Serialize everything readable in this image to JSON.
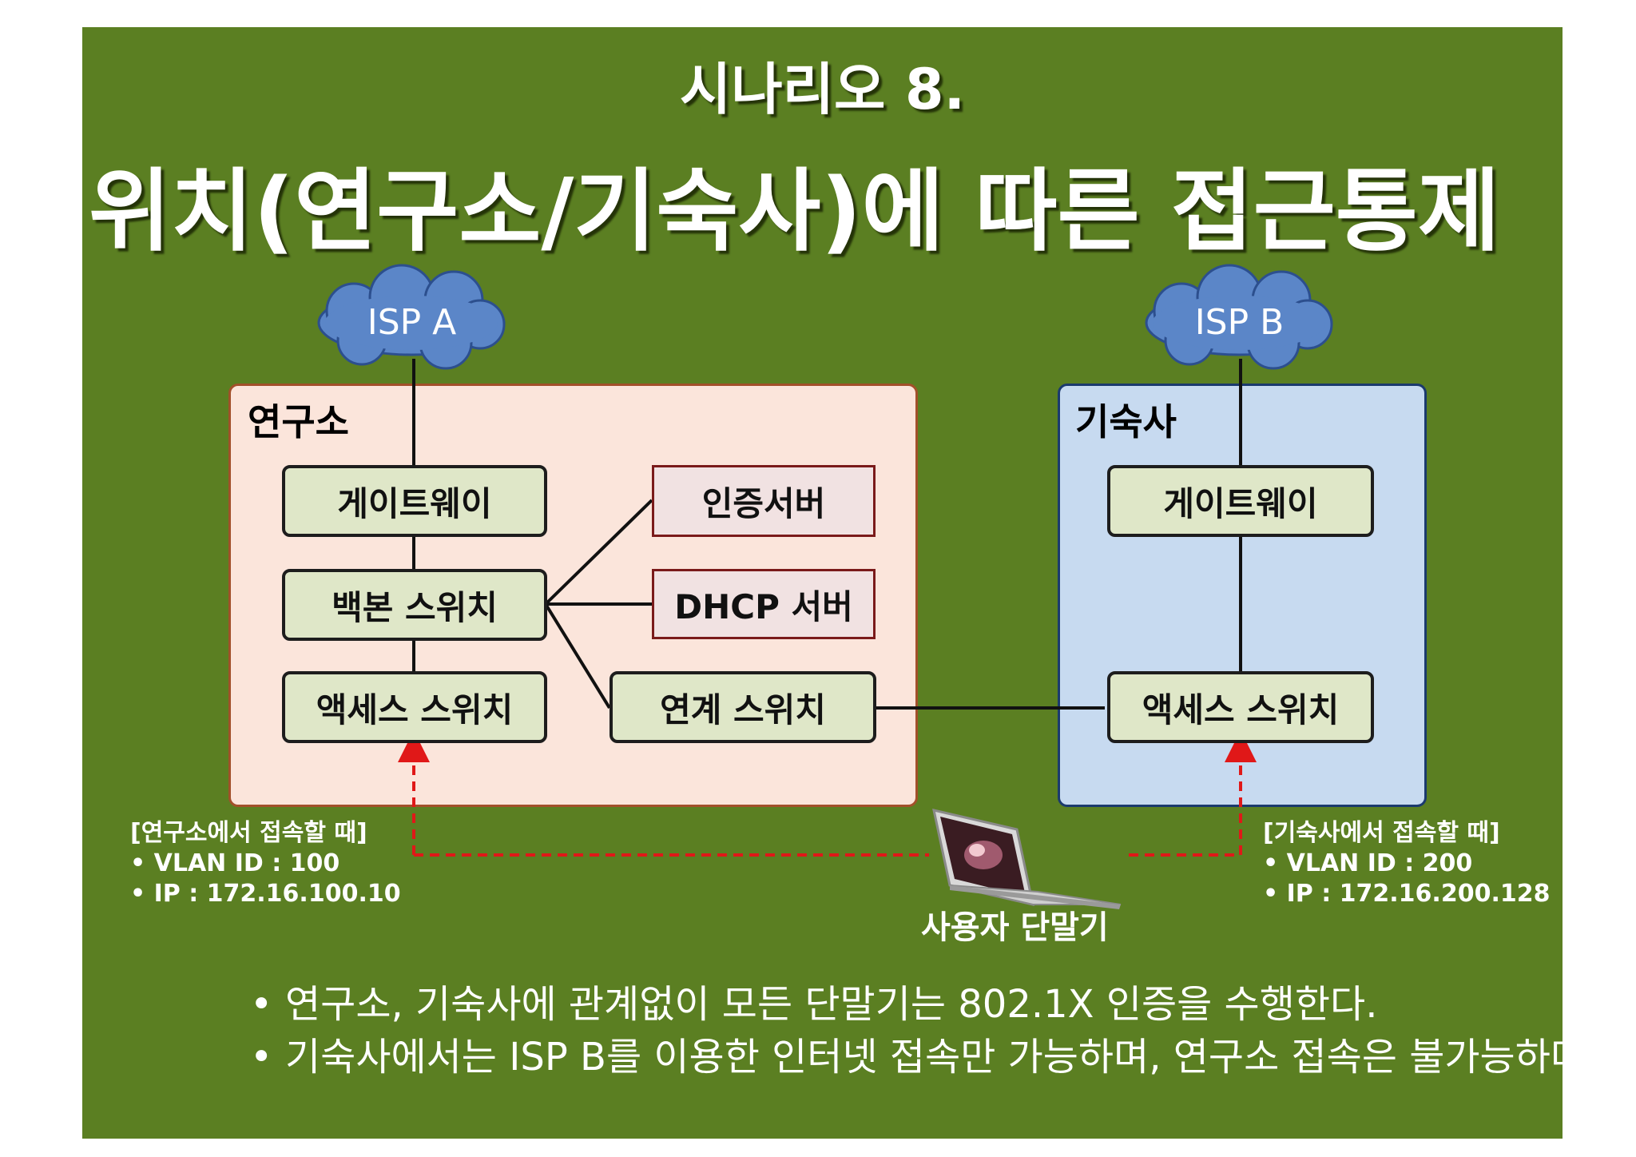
{
  "title": {
    "line1": "시나리오 8.",
    "line2": "위치(연구소/기숙사)에 따른 접근통제"
  },
  "clouds": {
    "isp_a": "ISP A",
    "isp_b": "ISP B"
  },
  "regions": {
    "lab": "연구소",
    "dorm": "기숙사"
  },
  "nodes": {
    "lab_gateway": "게이트웨이",
    "lab_backbone": "백본 스위치",
    "lab_access": "액세스 스위치",
    "auth_server": "인증서버",
    "dhcp_server": "DHCP 서버",
    "link_switch": "연계 스위치",
    "dorm_gateway": "게이트웨이",
    "dorm_access": "액세스 스위치"
  },
  "lab_info": {
    "heading": "[연구소에서 접속할 때]",
    "vlan": "• VLAN ID : 100",
    "ip": "• IP : 172.16.100.10"
  },
  "dorm_info": {
    "heading": "[기숙사에서 접속할 때]",
    "vlan": "• VLAN ID : 200",
    "ip": "• IP : 172.16.200.128"
  },
  "user_terminal": "사용자 단말기",
  "bullets": [
    "연구소, 기숙사에 관계없이 모든 단말기는 802.1X 인증을 수행한다.",
    "기숙사에서는 ISP B를 이용한 인터넷 접속만 가능하며, 연구소 접속은 불가능하다."
  ],
  "colors": {
    "background": "#5b7f22",
    "cloud": "#5b86c8",
    "arrow": "#e01818"
  }
}
